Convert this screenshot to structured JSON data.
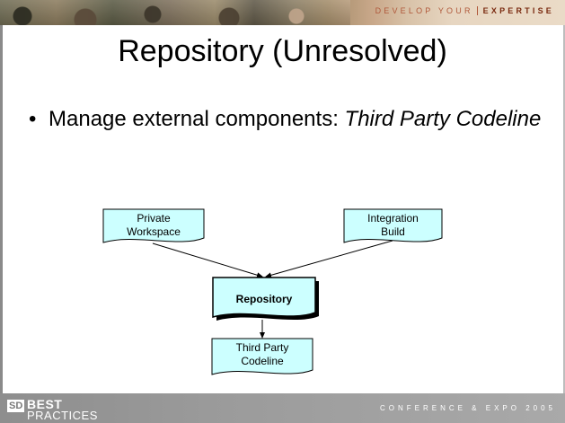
{
  "banner": {
    "tagline_plain": "DEVELOP YOUR",
    "tagline_bold": "EXPERTISE"
  },
  "slide": {
    "title": "Repository (Unresolved)",
    "bullet": {
      "text": "Manage external components: ",
      "emphasis": "Third Party Codeline"
    }
  },
  "diagram": {
    "boxes": {
      "private_workspace": [
        "Private",
        "Workspace"
      ],
      "integration_build": [
        "Integration",
        "Build"
      ],
      "repository": "Repository",
      "third_party_codeline": [
        "Third Party",
        "Codeline"
      ]
    },
    "box_fill": "#ccffff",
    "border_color": "#000000"
  },
  "footer": {
    "logo_sd": "SD",
    "logo_best": "BEST",
    "logo_practices": "PRACTICES",
    "event": "CONFERENCE & EXPO 2005"
  }
}
